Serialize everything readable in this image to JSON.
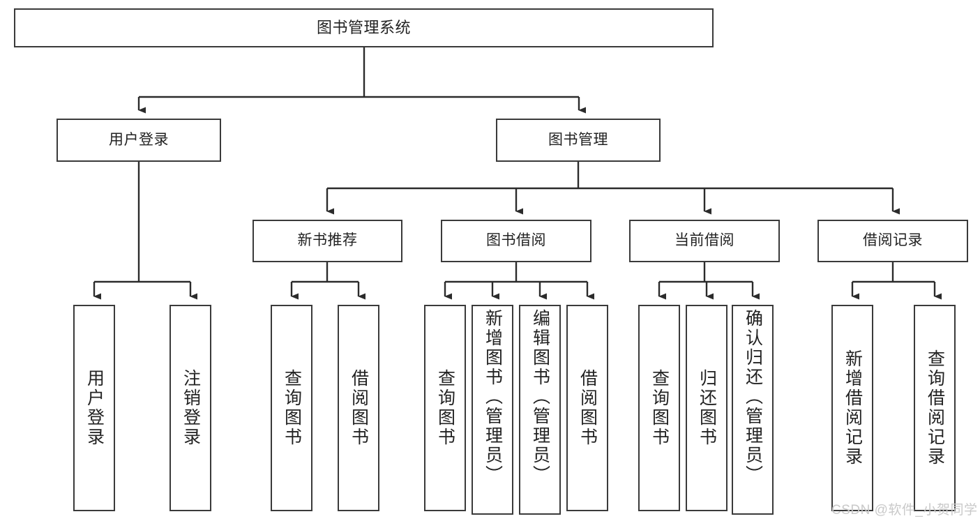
{
  "diagram": {
    "title": "图书管理系统",
    "type": "tree",
    "root": {
      "label": "图书管理系统"
    },
    "level1": [
      {
        "label": "用户登录"
      },
      {
        "label": "图书管理"
      }
    ],
    "level2": [
      {
        "label": "新书推荐"
      },
      {
        "label": "图书借阅"
      },
      {
        "label": "当前借阅"
      },
      {
        "label": "借阅记录"
      }
    ],
    "leaves": {
      "user_login": [
        {
          "label": "用户登录"
        },
        {
          "label": "注销登录"
        }
      ],
      "new_book_recommend": [
        {
          "label": "查询图书"
        },
        {
          "label": "借阅图书"
        }
      ],
      "book_borrow": [
        {
          "label": "查询图书"
        },
        {
          "label": "新增图书（管理员）"
        },
        {
          "label": "编辑图书（管理员）"
        },
        {
          "label": "借阅图书"
        }
      ],
      "current_borrow": [
        {
          "label": "查询图书"
        },
        {
          "label": "归还图书"
        },
        {
          "label": "确认归还（管理员）"
        }
      ],
      "borrow_record": [
        {
          "label": "新增借阅记录"
        },
        {
          "label": "查询借阅记录"
        }
      ]
    },
    "watermark": "CSDN @软件_小贺同学",
    "colors": {
      "stroke": "#3a3a3a",
      "fill": "#ffffff",
      "text": "#222222",
      "watermark": "#c9c9c9"
    }
  }
}
